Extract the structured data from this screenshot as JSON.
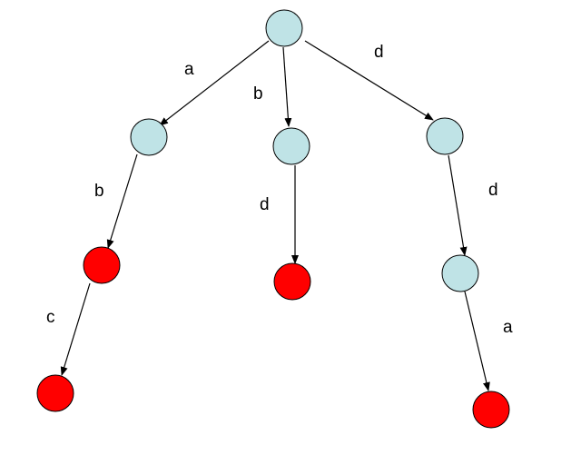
{
  "colors": {
    "internal_node": "#BFE3E6",
    "leaf_node": "#FF0000",
    "edge": "#000000"
  },
  "nodes": [
    {
      "id": "root",
      "kind": "internal"
    },
    {
      "id": "n-a",
      "kind": "internal"
    },
    {
      "id": "n-b",
      "kind": "internal"
    },
    {
      "id": "n-d",
      "kind": "internal"
    },
    {
      "id": "n-ab",
      "kind": "leaf"
    },
    {
      "id": "n-bd",
      "kind": "leaf"
    },
    {
      "id": "n-dd",
      "kind": "internal"
    },
    {
      "id": "n-abc",
      "kind": "leaf"
    },
    {
      "id": "n-dda",
      "kind": "leaf"
    }
  ],
  "edges": [
    {
      "from": "root",
      "to": "n-a",
      "label": "a"
    },
    {
      "from": "root",
      "to": "n-b",
      "label": "b"
    },
    {
      "from": "root",
      "to": "n-d",
      "label": "d"
    },
    {
      "from": "n-a",
      "to": "n-ab",
      "label": "b"
    },
    {
      "from": "n-b",
      "to": "n-bd",
      "label": "d"
    },
    {
      "from": "n-d",
      "to": "n-dd",
      "label": "d"
    },
    {
      "from": "n-ab",
      "to": "n-abc",
      "label": "c"
    },
    {
      "from": "n-dd",
      "to": "n-dda",
      "label": "a"
    }
  ]
}
